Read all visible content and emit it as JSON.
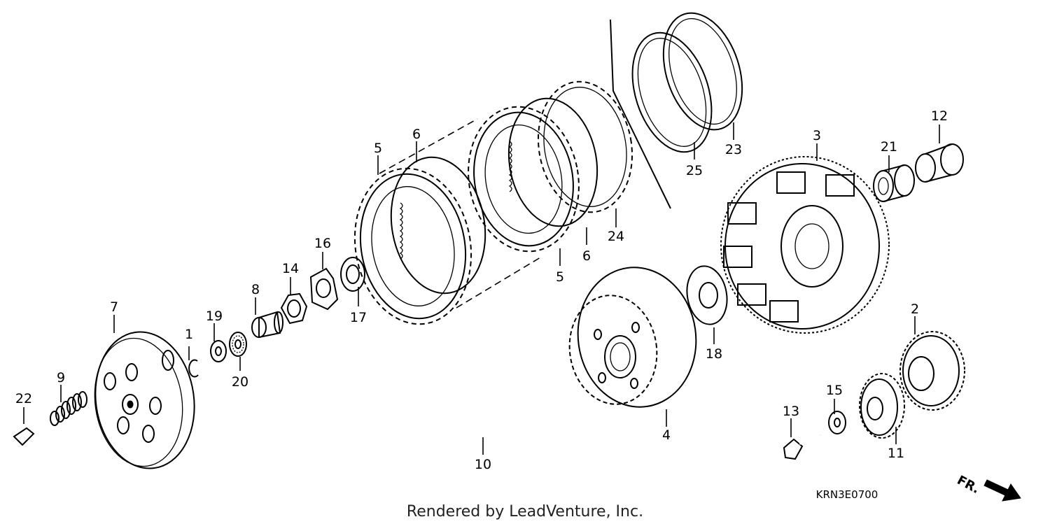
{
  "diagram": {
    "footer_text": "Rendered by LeadVenture, Inc.",
    "diagram_code": "KRN3E0700",
    "direction_label": "FR.",
    "callouts": [
      {
        "id": "c1",
        "label": "1"
      },
      {
        "id": "c2",
        "label": "2"
      },
      {
        "id": "c3",
        "label": "3"
      },
      {
        "id": "c4",
        "label": "4"
      },
      {
        "id": "c5a",
        "label": "5"
      },
      {
        "id": "c5b",
        "label": "5"
      },
      {
        "id": "c6a",
        "label": "6"
      },
      {
        "id": "c6b",
        "label": "6"
      },
      {
        "id": "c7",
        "label": "7"
      },
      {
        "id": "c8",
        "label": "8"
      },
      {
        "id": "c9",
        "label": "9"
      },
      {
        "id": "c10",
        "label": "10"
      },
      {
        "id": "c11",
        "label": "11"
      },
      {
        "id": "c12",
        "label": "12"
      },
      {
        "id": "c13",
        "label": "13"
      },
      {
        "id": "c14",
        "label": "14"
      },
      {
        "id": "c15",
        "label": "15"
      },
      {
        "id": "c16",
        "label": "16"
      },
      {
        "id": "c17",
        "label": "17"
      },
      {
        "id": "c18",
        "label": "18"
      },
      {
        "id": "c19",
        "label": "19"
      },
      {
        "id": "c20",
        "label": "20"
      },
      {
        "id": "c21",
        "label": "21"
      },
      {
        "id": "c22",
        "label": "22"
      },
      {
        "id": "c23",
        "label": "23"
      },
      {
        "id": "c24",
        "label": "24"
      },
      {
        "id": "c25",
        "label": "25"
      }
    ]
  }
}
